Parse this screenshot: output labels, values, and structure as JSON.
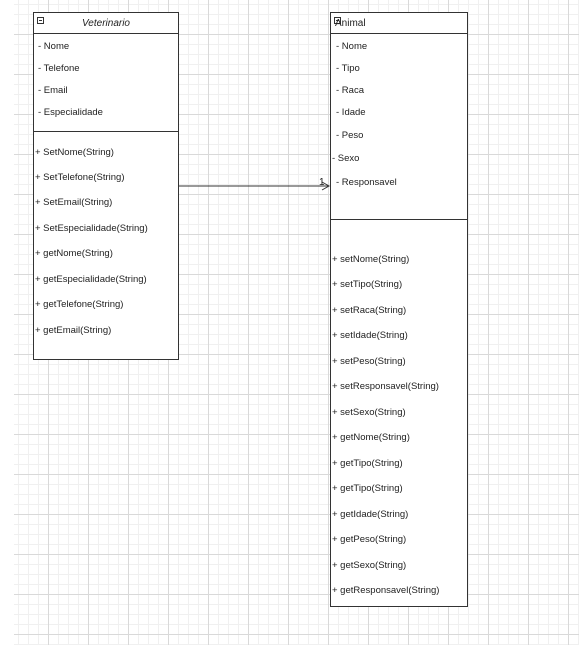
{
  "veterinario": {
    "title": "Veterinario",
    "attributes": [
      "- Nome",
      "- Telefone",
      "- Email",
      "- Especialidade"
    ],
    "methods": [
      "+ SetNome(String)",
      "+ SetTelefone(String)",
      "+ SetEmail(String)",
      "+ SetEspecialidade(String)",
      "+ getNome(String)",
      "+ getEspecialidade(String)",
      "+ getTelefone(String)",
      "+ getEmail(String)"
    ]
  },
  "animal": {
    "title": "Animal",
    "attributes": [
      "- Nome",
      "- Tipo",
      "- Raca",
      "- Idade",
      "- Peso",
      "- Sexo",
      "- Responsavel"
    ],
    "methods": [
      "+ setNome(String)",
      "+ setTipo(String)",
      "+ setRaca(String)",
      "+ setIdade(String)",
      "+ setPeso(String)",
      "+ setResponsavel(String)",
      "+ setSexo(String)",
      "+ getNome(String)",
      "+ getTipo(String)",
      "+ getTipo(String)",
      "+ getIdade(String)",
      "+ getPeso(String)",
      "+ getSexo(String)",
      "+ getResponsavel(String)"
    ]
  },
  "association": {
    "multiplicity": "1"
  }
}
